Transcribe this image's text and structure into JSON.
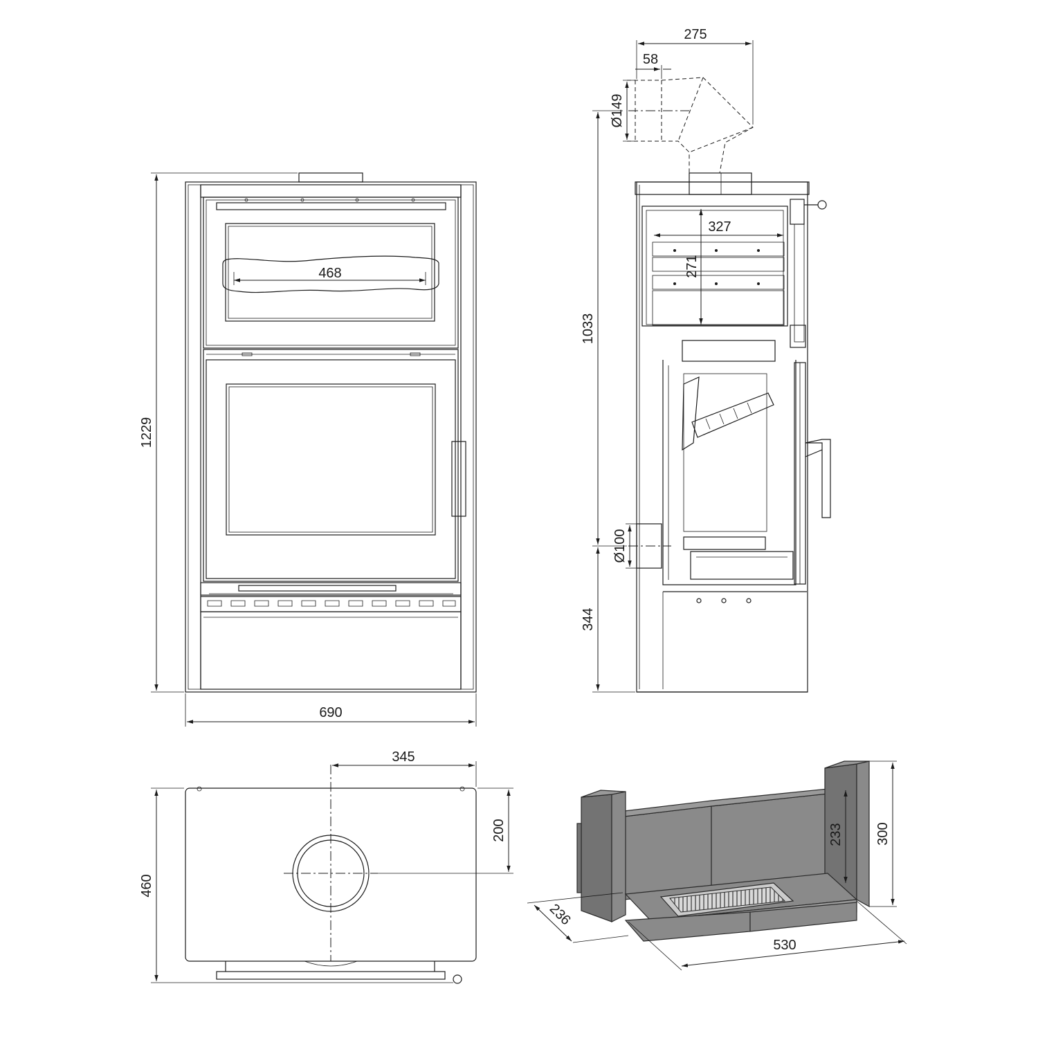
{
  "front_view": {
    "dim_width": "690",
    "dim_height": "1229",
    "dim_glass_width": "468"
  },
  "side_view": {
    "dim_flue_offset": "275",
    "dim_flue_inset": "58",
    "dim_flue_diameter": "Ø149",
    "dim_flue_height": "1033",
    "dim_oven_width": "327",
    "dim_oven_height": "271",
    "dim_air_diameter": "Ø100",
    "dim_air_height": "344"
  },
  "top_view": {
    "dim_center_x": "345",
    "dim_center_y": "200",
    "dim_depth": "460"
  },
  "firebox_view": {
    "dim_height_inner": "233",
    "dim_height_outer": "300",
    "dim_depth": "236",
    "dim_width": "530"
  }
}
